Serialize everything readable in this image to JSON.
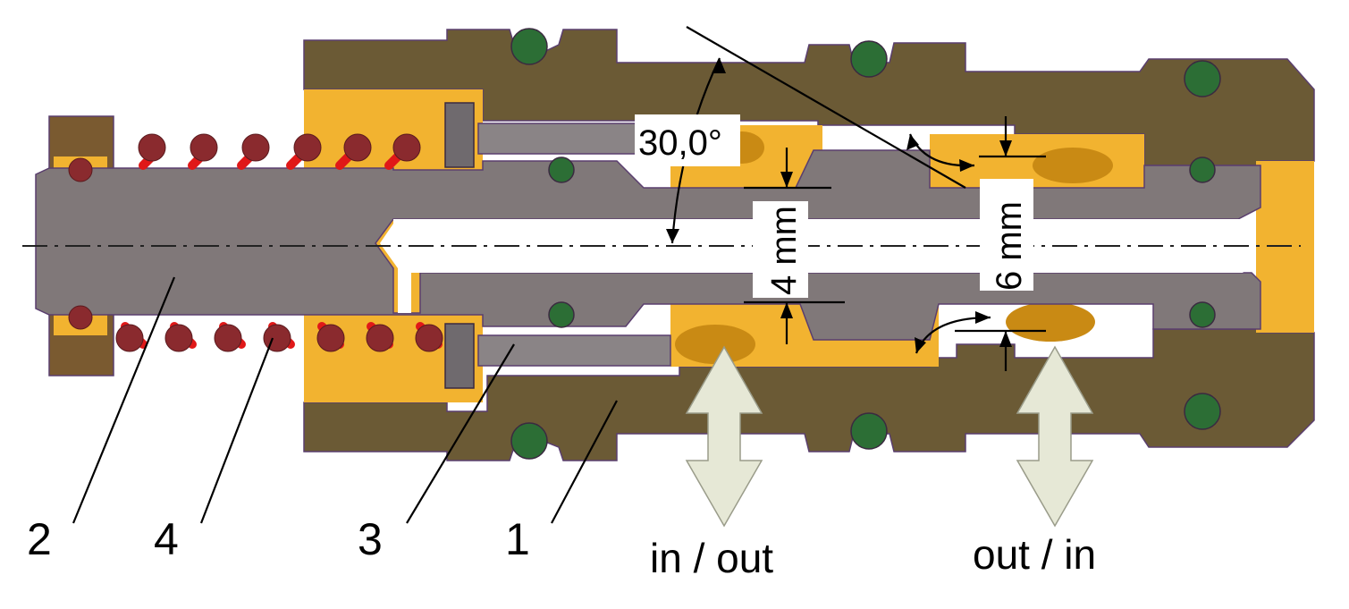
{
  "labels": {
    "part_1": "1",
    "part_2": "2",
    "part_3": "3",
    "part_4": "4"
  },
  "flow": {
    "port_a": "in / out",
    "port_b": "out / in"
  },
  "dimensions": {
    "angle": "30,0°",
    "small_gap": "4 mm",
    "large_gap": "6 mm"
  },
  "colors": {
    "housing": "#6b5a35",
    "bore": "#f2b330",
    "shaft": "#807879",
    "oring": "#2c6e35",
    "spring": "#8a2a2e",
    "flow_arrow": "#e6e8d6"
  }
}
